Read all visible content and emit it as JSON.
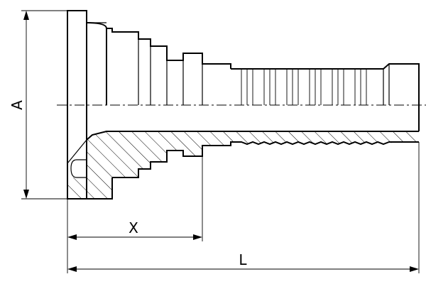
{
  "dimensions": {
    "a_label": "A",
    "x_label": "X",
    "l_label": "L"
  }
}
